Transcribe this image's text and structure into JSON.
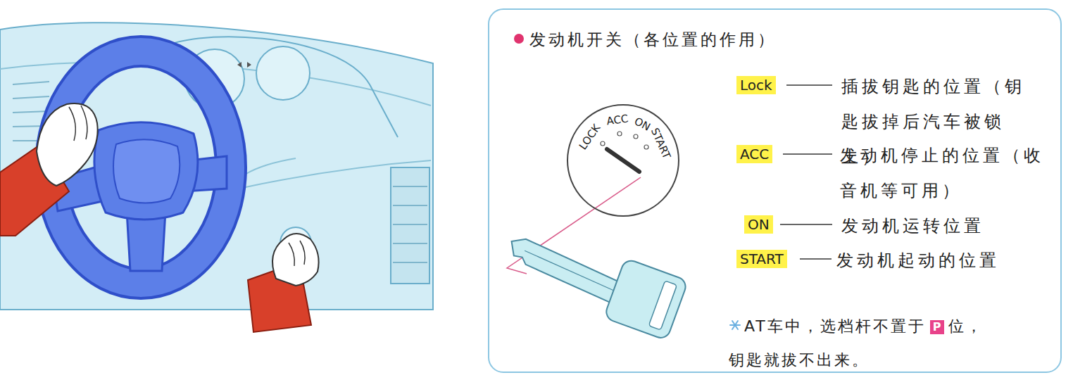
{
  "diagram": {
    "nodes": [
      {
        "text": [
          "发动机开关（各位置的作用）"
        ]
      },
      {
        "text": [
          "LOCK",
          "ACC",
          "ON",
          "START"
        ],
        "in": 0
      },
      {
        "text": [
          "Lock"
        ],
        "in": 0
      },
      {
        "text": [
          "ACC"
        ],
        "in": 0
      },
      {
        "text": [
          "ON"
        ],
        "in": 0
      },
      {
        "text": [
          "START"
        ],
        "in": 0
      },
      {
        "text": [
          "P"
        ],
        "in": 0
      }
    ],
    "labels": [
      "插拔钥匙的位置（钥 匙拔掉后汽车被锁上）",
      "发动机停止的位置（收 音机等可用）",
      "发动机运转位置",
      "发动机起动的位置",
      "AT车中，选档杆不置于",
      "位， 钥匙就拔不出来。"
    ]
  }
}
